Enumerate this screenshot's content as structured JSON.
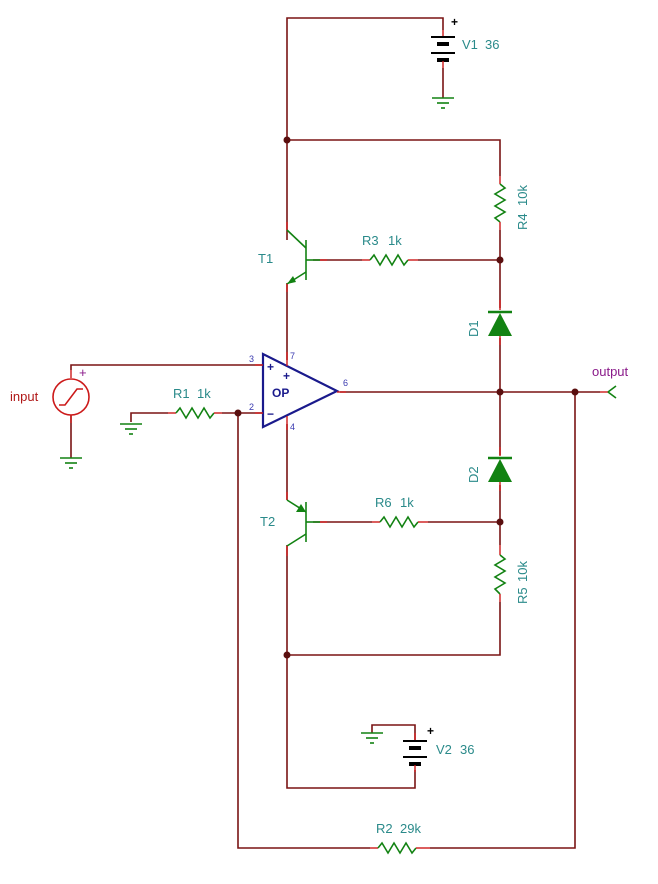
{
  "components": {
    "v1": {
      "name": "V1",
      "value": "36"
    },
    "v2": {
      "name": "V2",
      "value": "36"
    },
    "r1": {
      "name": "R1",
      "value": "1k"
    },
    "r2": {
      "name": "R2",
      "value": "29k"
    },
    "r3": {
      "name": "R3",
      "value": "1k"
    },
    "r4": {
      "name": "R4",
      "value": "10k"
    },
    "r5": {
      "name": "R5",
      "value": "10k"
    },
    "r6": {
      "name": "R6",
      "value": "1k"
    },
    "t1": {
      "name": "T1"
    },
    "t2": {
      "name": "T2"
    },
    "d1": {
      "name": "D1"
    },
    "d2": {
      "name": "D2"
    },
    "op": {
      "name": "OP",
      "pin_noninv": "3",
      "pin_inv": "2",
      "pin_out": "6",
      "pin_vpos": "7",
      "pin_vneg": "4",
      "sign_plus": "+",
      "sign_minus": "−",
      "sign_supply": "+"
    }
  },
  "ports": {
    "input": "input",
    "output": "output"
  },
  "symbols": {
    "plus": "+",
    "source_plus": "+"
  },
  "colors": {
    "wire": "#7a1414",
    "component": "#128212",
    "source": "#cc1a1a",
    "opamp": "#1a1a8c",
    "label": "#2a8a8a",
    "output_label": "#8a1a8a"
  }
}
